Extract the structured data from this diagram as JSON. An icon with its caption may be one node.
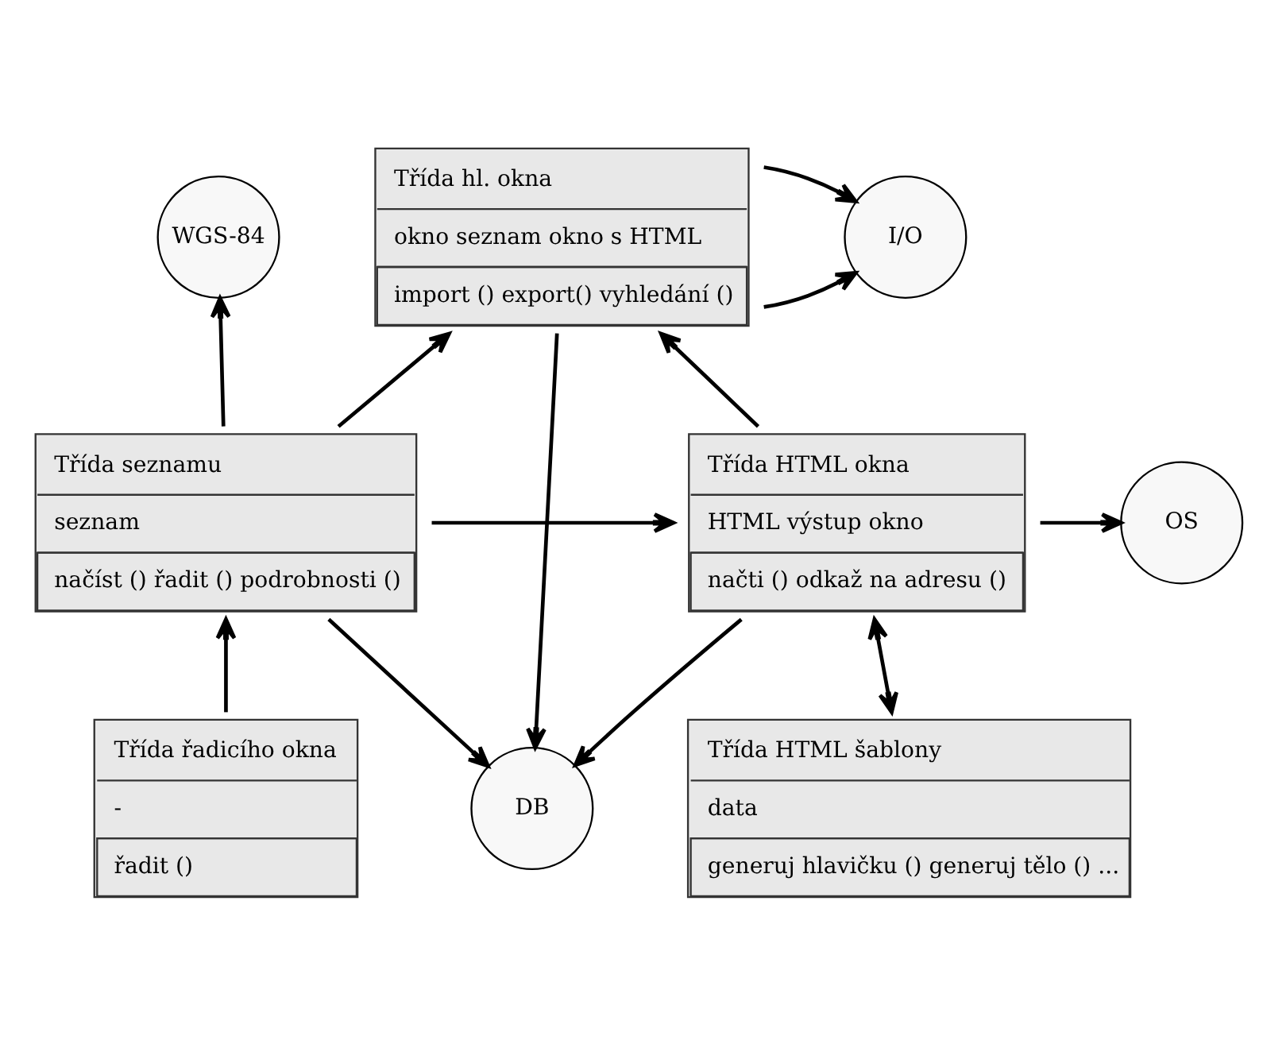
{
  "diagram": {
    "nodes": [
      {
        "text": [
          "Třída hl. okna",
          "okno seznam okno s HTML",
          "import () export() vyhledání ()"
        ]
      },
      {
        "text": [
          "WGS-84"
        ]
      },
      {
        "text": [
          "I/O"
        ]
      },
      {
        "text": [
          "Třída seznamu",
          "seznam",
          "načíst () řadit () podrobnosti ()"
        ]
      },
      {
        "text": [
          "Třída HTML okna",
          "HTML výstup okno",
          "načti () odkaž na adresu ()"
        ]
      },
      {
        "text": [
          "OS"
        ]
      },
      {
        "text": [
          "Třída řadicího okna",
          "-",
          "řadit ()"
        ]
      },
      {
        "text": [
          "DB"
        ]
      },
      {
        "text": [
          "Třída HTML šablony",
          "data",
          "generuj hlavičku () generuj tělo () ..."
        ]
      }
    ],
    "edges": [
      {
        "from": 0,
        "to": 2,
        "arrow": "to"
      },
      {
        "from": 0,
        "to": 2,
        "arrow": "to"
      },
      {
        "from": 0,
        "to": 7,
        "arrow": "to"
      },
      {
        "from": 4,
        "to": 0,
        "arrow": "to"
      },
      {
        "from": 3,
        "to": 0,
        "arrow": "to"
      },
      {
        "from": 3,
        "to": 1,
        "arrow": "to"
      },
      {
        "from": 3,
        "to": 7,
        "arrow": "to"
      },
      {
        "from": 3,
        "to": 4,
        "arrow": "to"
      },
      {
        "from": 6,
        "to": 3,
        "arrow": "to"
      },
      {
        "from": 4,
        "to": 7,
        "arrow": "to"
      },
      {
        "from": 4,
        "to": 5,
        "arrow": "to"
      },
      {
        "from": 4,
        "to": 8,
        "arrow": "both"
      }
    ]
  }
}
